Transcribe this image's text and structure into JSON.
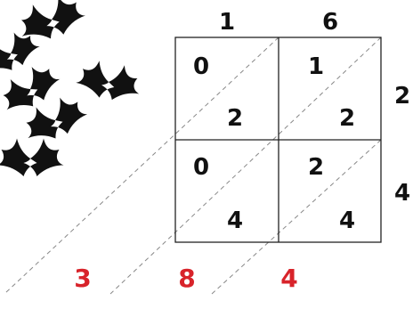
{
  "top_factor": [
    "1",
    "6"
  ],
  "right_factor": [
    "2",
    "4"
  ],
  "cells": [
    [
      {
        "tens": "0",
        "ones": "2"
      },
      {
        "tens": "1",
        "ones": "2"
      }
    ],
    [
      {
        "tens": "0",
        "ones": "4"
      },
      {
        "tens": "2",
        "ones": "4"
      }
    ]
  ],
  "answer_digits": [
    "3",
    "8",
    "4"
  ],
  "colors": {
    "answer": "#d8232a",
    "grid": "#222222",
    "diagonal": "#888888",
    "bat": "#111111"
  },
  "decoration": {
    "icon": "bat-silhouette-icon",
    "count": 6
  }
}
